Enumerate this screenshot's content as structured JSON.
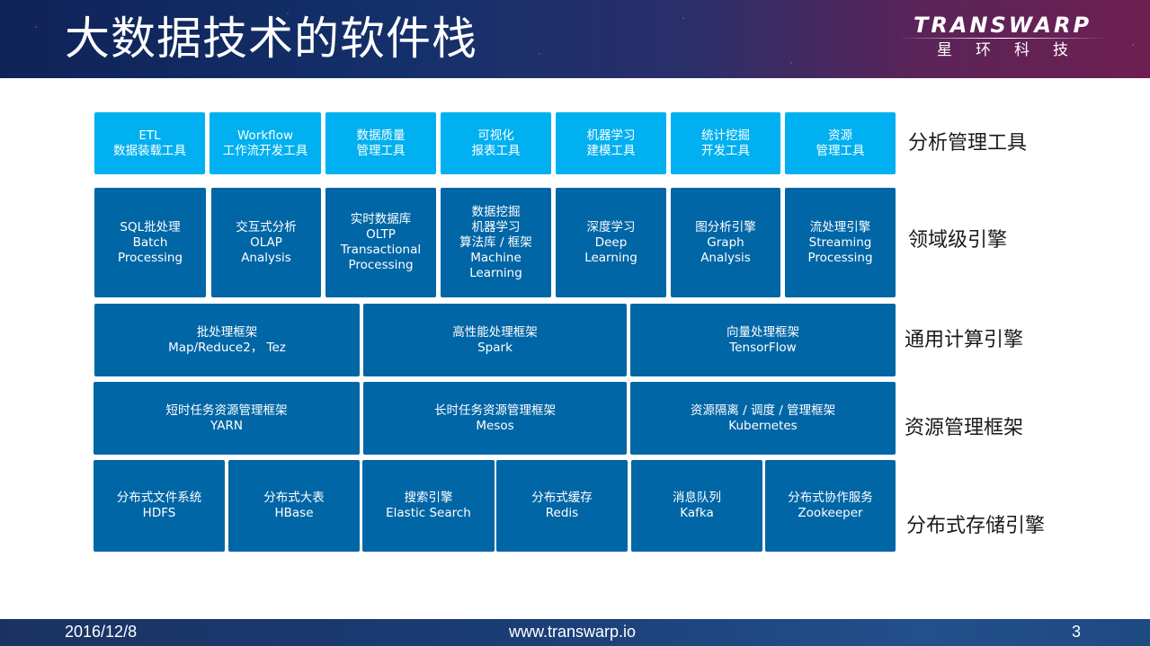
{
  "header": {
    "title": "大数据技术的软件栈",
    "logo": {
      "wordmark": "TRANSWARP",
      "chinese": "星环科技"
    }
  },
  "layers": [
    {
      "label": "分析管理工具",
      "style": "light",
      "boxes": [
        {
          "lines": [
            "ETL",
            "数据装载工具"
          ]
        },
        {
          "lines": [
            "Workflow",
            "工作流开发工具"
          ]
        },
        {
          "lines": [
            "数据质量",
            "管理工具"
          ]
        },
        {
          "lines": [
            "可视化",
            "报表工具"
          ]
        },
        {
          "lines": [
            "机器学习",
            "建模工具"
          ]
        },
        {
          "lines": [
            "统计挖掘",
            "开发工具"
          ]
        },
        {
          "lines": [
            "资源",
            "管理工具"
          ]
        }
      ]
    },
    {
      "label": "领域级引擎",
      "style": "dark",
      "boxes": [
        {
          "lines": [
            "SQL批处理",
            "Batch",
            "Processing"
          ]
        },
        {
          "lines": [
            "交互式分析",
            "OLAP",
            "Analysis"
          ]
        },
        {
          "lines": [
            "实时数据库",
            "OLTP",
            "Transactional",
            "Processing"
          ]
        },
        {
          "lines": [
            "数据挖掘",
            "机器学习",
            "算法库 / 框架",
            "Machine",
            "Learning"
          ]
        },
        {
          "lines": [
            "深度学习",
            "Deep",
            "Learning"
          ]
        },
        {
          "lines": [
            "图分析引擎",
            "Graph",
            "Analysis"
          ]
        },
        {
          "lines": [
            "流处理引擎",
            "Streaming",
            "Processing"
          ]
        }
      ]
    },
    {
      "label": "通用计算引擎",
      "style": "dark",
      "boxes": [
        {
          "lines": [
            "批处理框架",
            "Map/Reduce2， Tez"
          ]
        },
        {
          "lines": [
            "高性能处理框架",
            "Spark"
          ]
        },
        {
          "lines": [
            "向量处理框架",
            "TensorFlow"
          ]
        }
      ]
    },
    {
      "label": "资源管理框架",
      "style": "dark",
      "boxes": [
        {
          "lines": [
            "短时任务资源管理框架",
            "YARN"
          ]
        },
        {
          "lines": [
            "长时任务资源管理框架",
            "Mesos"
          ]
        },
        {
          "lines": [
            "资源隔离 / 调度 / 管理框架",
            "Kubernetes"
          ]
        }
      ]
    },
    {
      "label": "分布式存储引擎",
      "style": "dark",
      "boxes": [
        {
          "lines": [
            "分布式文件系统",
            "HDFS"
          ]
        },
        {
          "lines": [
            "分布式大表",
            "HBase"
          ]
        },
        {
          "lines": [
            "搜索引擎",
            "Elastic Search"
          ]
        },
        {
          "lines": [
            "分布式缓存",
            "Redis"
          ]
        },
        {
          "lines": [
            "消息队列",
            "Kafka"
          ]
        },
        {
          "lines": [
            "分布式协作服务",
            "Zookeeper"
          ]
        }
      ]
    }
  ],
  "footer": {
    "date": "2016/12/8",
    "url": "www.transwarp.io",
    "page_number": "3"
  },
  "colors": {
    "tool_box": "#00b0f0",
    "engine_box": "#0066a6",
    "header_left": "#0f2358",
    "header_right": "#6e1f52"
  }
}
